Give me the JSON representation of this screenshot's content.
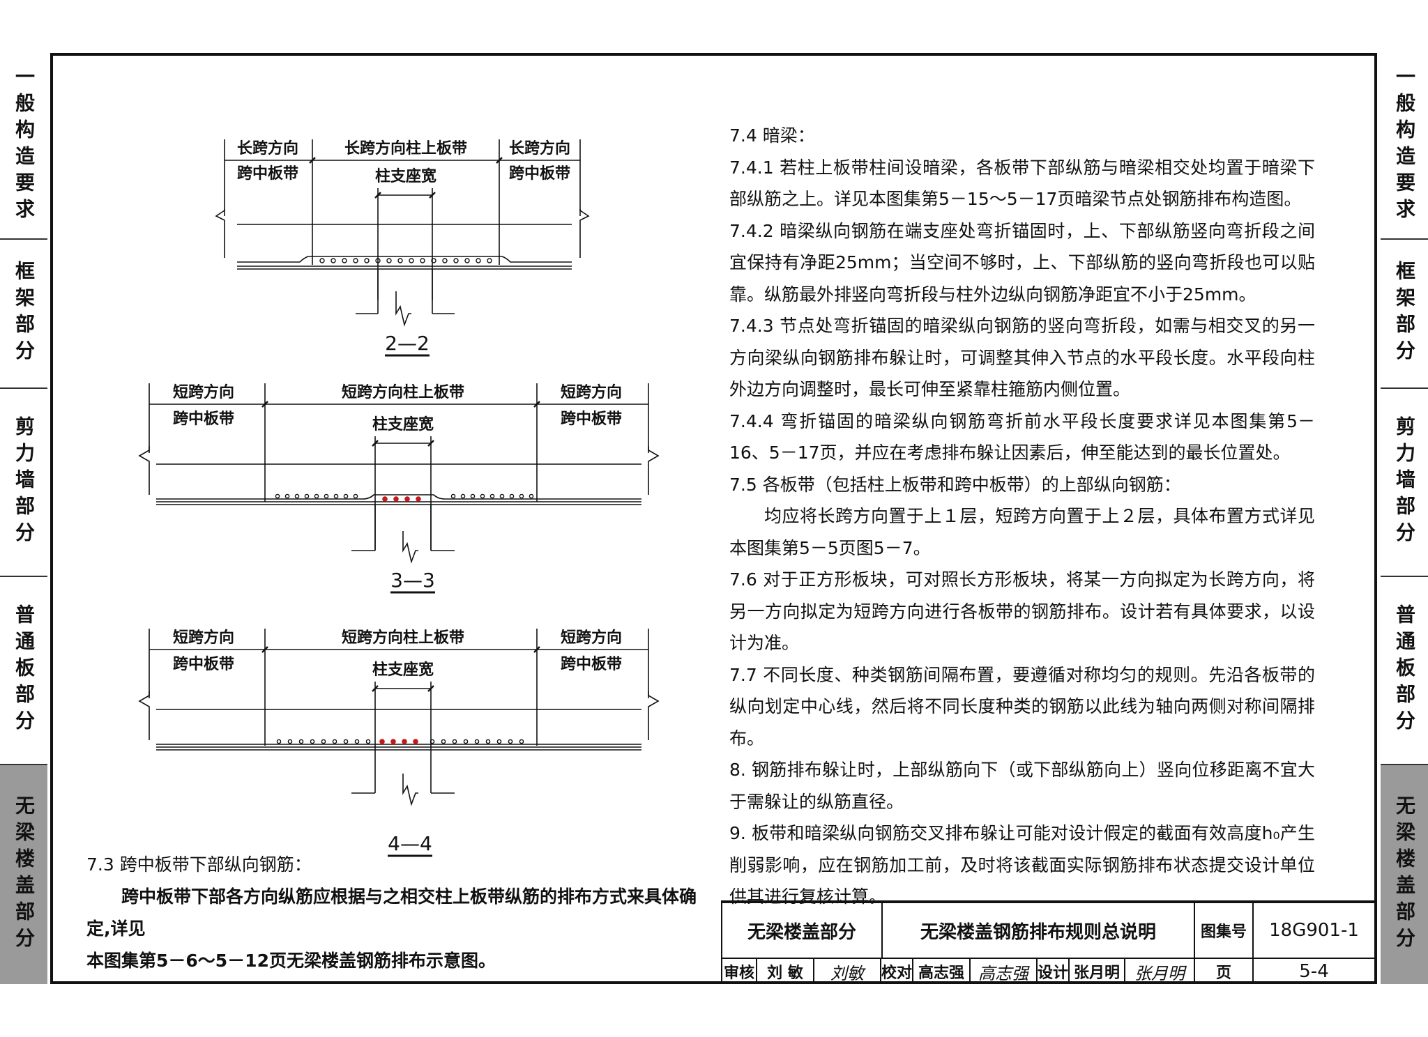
{
  "side_tabs": [
    {
      "label": "一般构造要求",
      "active": false
    },
    {
      "label": "框架部分",
      "active": false
    },
    {
      "label": "剪力墙部分",
      "active": false
    },
    {
      "label": "普通板部分",
      "active": false
    },
    {
      "label": "无梁楼盖部分",
      "active": true
    }
  ],
  "sections": [
    {
      "label": "2—2",
      "left_band": [
        "长跨方向",
        "跨中板带"
      ],
      "center_band": "长跨方向柱上板带",
      "right_band": [
        "长跨方向",
        "跨中板带"
      ],
      "support_width": "柱支座宽"
    },
    {
      "label": "3—3",
      "left_band": [
        "短跨方向",
        "跨中板带"
      ],
      "center_band": "短跨方向柱上板带",
      "right_band": [
        "短跨方向",
        "跨中板带"
      ],
      "support_width": "柱支座宽"
    },
    {
      "label": "4—4",
      "left_band": [
        "短跨方向",
        "跨中板带"
      ],
      "center_band": "短跨方向柱上板带",
      "right_band": [
        "短跨方向",
        "跨中板带"
      ],
      "support_width": "柱支座宽"
    }
  ],
  "left_text": {
    "heading": "7.3 跨中板带下部纵向钢筋：",
    "body": "跨中板带下部各方向纵筋应根据与之相交柱上板带纵筋的排布方式来具体确定,详见",
    "body2": "本图集第5－6～5－12页无梁楼盖钢筋排布示意图。"
  },
  "right_text": [
    "7.4 暗梁：",
    "7.4.1 若柱上板带柱间设暗梁，各板带下部纵筋与暗梁相交处均置于暗梁下部纵筋之上。详见本图集第5－15～5－17页暗梁节点处钢筋排布构造图。",
    "7.4.2 暗梁纵向钢筋在端支座处弯折锚固时，上、下部纵筋竖向弯折段之间宜保持有净距25mm；当空间不够时，上、下部纵筋的竖向弯折段也可以贴靠。纵筋最外排竖向弯折段与柱外边纵向钢筋净距宜不小于25mm。",
    "7.4.3 节点处弯折锚固的暗梁纵向钢筋的竖向弯折段，如需与相交叉的另一方向梁纵向钢筋排布躲让时，可调整其伸入节点的水平段长度。水平段向柱外边方向调整时，最长可伸至紧靠柱箍筋内侧位置。",
    "7.4.4 弯折锚固的暗梁纵向钢筋弯折前水平段长度要求详见本图集第5－16、5－17页，并应在考虑排布躲让因素后，伸至能达到的最长位置处。",
    "7.5 各板带（包括柱上板带和跨中板带）的上部纵向钢筋：",
    "均应将长跨方向置于上１层，短跨方向置于上２层，具体布置方式详见本图集第5－5页图5－7。",
    "7.6 对于正方形板块，可对照长方形板块，将某一方向拟定为长跨方向，将另一方向拟定为短跨方向进行各板带的钢筋排布。设计若有具体要求，以设计为准。",
    "7.7 不同长度、种类钢筋间隔布置，要遵循对称均匀的规则。先沿各板带的纵向划定中心线，然后将不同长度种类的钢筋以此线为轴向两侧对称间隔排布。",
    "8. 钢筋排布躲让时，上部纵筋向下（或下部纵筋向上）竖向位移距离不宜大于需躲让的纵筋直径。",
    "9. 板带和暗梁纵向钢筋交叉排布躲让可能对设计假定的截面有效高度h₀产生削弱影响，应在钢筋加工前，及时将该截面实际钢筋排布状态提交设计单位供其进行复核计算。"
  ],
  "title_block": {
    "category": "无梁楼盖部分",
    "title": "无梁楼盖钢筋排布规则总说明",
    "atlas_label": "图集号",
    "atlas_no": "18G901-1",
    "review_label": "审核",
    "reviewer": "刘 敏",
    "reviewer_sig": "刘敏",
    "check_label": "校对",
    "checker": "高志强",
    "checker_sig": "高志强",
    "design_label": "设计",
    "designer": "张月明",
    "designer_sig": "张月明",
    "page_label": "页",
    "page_no": "5-4"
  }
}
